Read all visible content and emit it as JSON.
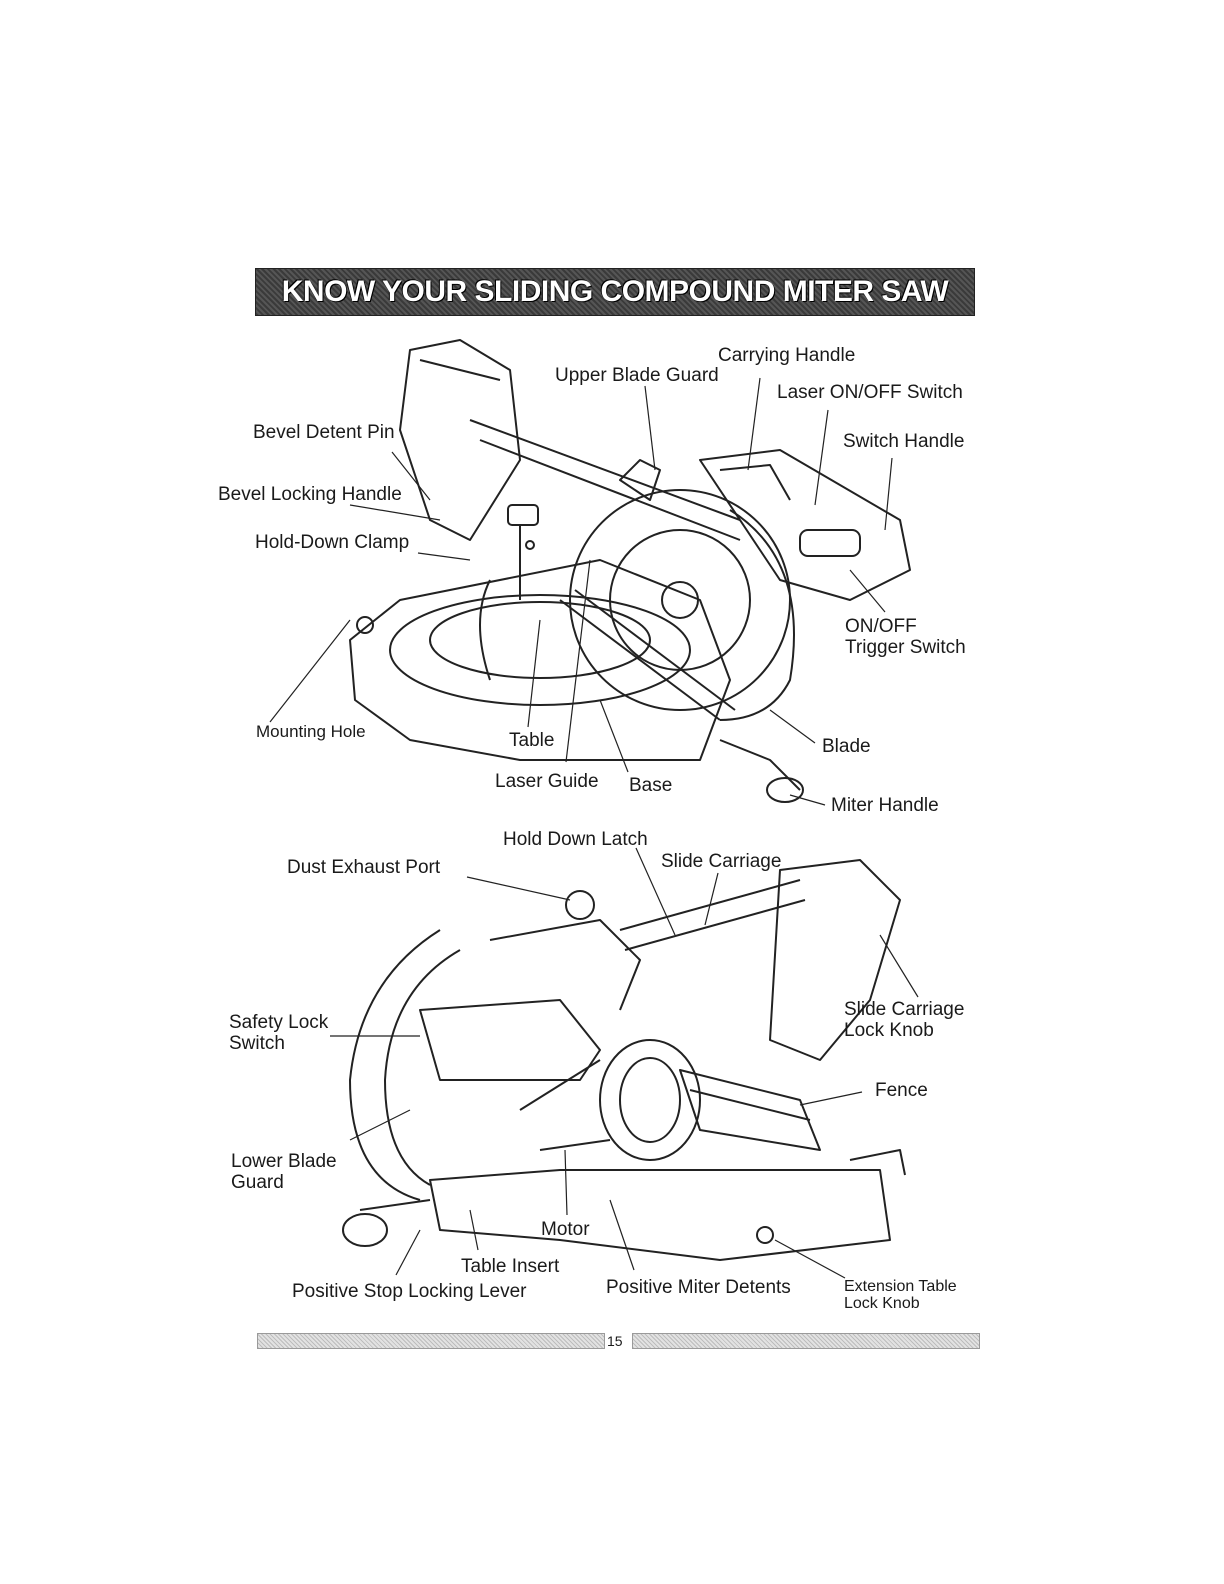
{
  "title": "KNOW YOUR SLIDING COMPOUND MITER SAW",
  "page_number": "15",
  "diagram_top": {
    "labels": {
      "upper_blade_guard": "Upper Blade Guard",
      "carrying_handle": "Carrying Handle",
      "laser_switch": "Laser ON/OFF Switch",
      "switch_handle": "Switch Handle",
      "bevel_detent_pin": "Bevel Detent Pin",
      "bevel_locking_handle": "Bevel Locking Handle",
      "hold_down_clamp": "Hold-Down Clamp",
      "trigger_switch": "ON/OFF\nTrigger Switch",
      "mounting_hole": "Mounting Hole",
      "table": "Table",
      "laser_guide": "Laser Guide",
      "base": "Base",
      "blade": "Blade",
      "miter_handle": "Miter Handle"
    }
  },
  "diagram_bottom": {
    "labels": {
      "hold_down_latch": "Hold Down Latch",
      "dust_exhaust_port": "Dust Exhaust Port",
      "slide_carriage": "Slide Carriage",
      "slide_carriage_lock_knob": "Slide Carriage\nLock Knob",
      "safety_lock_switch": "Safety Lock\nSwitch",
      "fence": "Fence",
      "lower_blade_guard": "Lower Blade\nGuard",
      "motor": "Motor",
      "table_insert": "Table Insert",
      "positive_stop_locking_lever": "Positive Stop Locking Lever",
      "positive_miter_detents": "Positive Miter Detents",
      "extension_table_lock_knob": "Extension Table\nLock Knob"
    }
  }
}
